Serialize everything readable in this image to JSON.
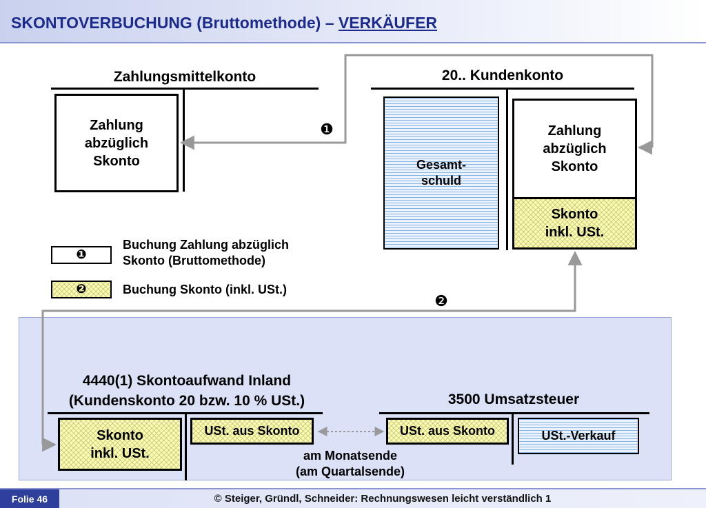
{
  "title": {
    "main": "SKONTOVERBUCHUNG (Bruttomethode) – ",
    "role": "VERKÄUFER"
  },
  "accounts": {
    "zahlungsmittel": {
      "heading": "Zahlungsmittelkonto",
      "box_lines": [
        "Zahlung",
        "abzüglich",
        "Skonto"
      ]
    },
    "kunden": {
      "heading": "20.. Kundenkonto",
      "debit_lines": [
        "Gesamt-",
        "schuld"
      ],
      "credit_payment_lines": [
        "Zahlung",
        "abzüglich",
        "Skonto"
      ],
      "credit_skonto_lines": [
        "Skonto",
        "inkl. USt."
      ]
    },
    "skontoaufwand": {
      "heading_lines": [
        "4440(1) Skontoaufwand Inland",
        "(Kundenskonto 20 bzw. 10 % USt.)"
      ],
      "debit_lines": [
        "Skonto",
        "inkl. USt."
      ],
      "credit_label": "USt. aus Skonto"
    },
    "umsatzsteuer": {
      "heading": "3500 Umsatzsteuer",
      "debit_label": "USt. aus Skonto",
      "credit_label": "USt.-Verkauf"
    }
  },
  "markers": {
    "one": "❶",
    "two": "❷"
  },
  "legend": {
    "items": [
      {
        "marker": "❶",
        "lines": [
          "Buchung Zahlung abzüglich",
          "Skonto (Bruttomethode)"
        ]
      },
      {
        "marker": "❷",
        "lines": [
          "Buchung Skonto (inkl. USt.)"
        ]
      }
    ]
  },
  "note_lines": [
    "am Monatsende",
    "(am Quartalsende)"
  ],
  "footer": {
    "slide": "Folie 46",
    "copyright": "© Steiger, Gründl, Schneider: Rechnungswesen leicht verständlich 1"
  },
  "colors": {
    "title": "#1b2a8c",
    "panel": "#dbe1f6",
    "arrow": "#999999",
    "footer_slide": "#2e3f9c"
  }
}
